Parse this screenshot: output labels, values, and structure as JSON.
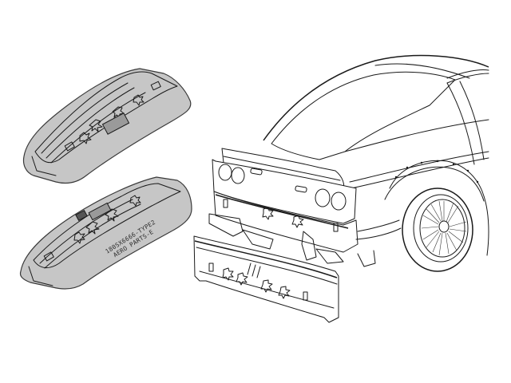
{
  "illustration": {
    "description": "Line-art diagram of rear bumper aero parts for a 180SX",
    "colors": {
      "background": "#ffffff",
      "mold_fill": "#c6c6c6",
      "line": "#1a1a1a"
    },
    "parts": [
      {
        "id": "mold-top",
        "label": "Mold (top view)"
      },
      {
        "id": "mold-bottom",
        "label": "Mold (stamped)"
      },
      {
        "id": "rear-bumper-panel",
        "label": "Rear bumper panel"
      },
      {
        "id": "car-rear",
        "label": "Car rear with installed bumper"
      }
    ],
    "stamp": {
      "line1": "180SX6666-TYPE2",
      "line2": "AERO PARTS-E"
    }
  }
}
